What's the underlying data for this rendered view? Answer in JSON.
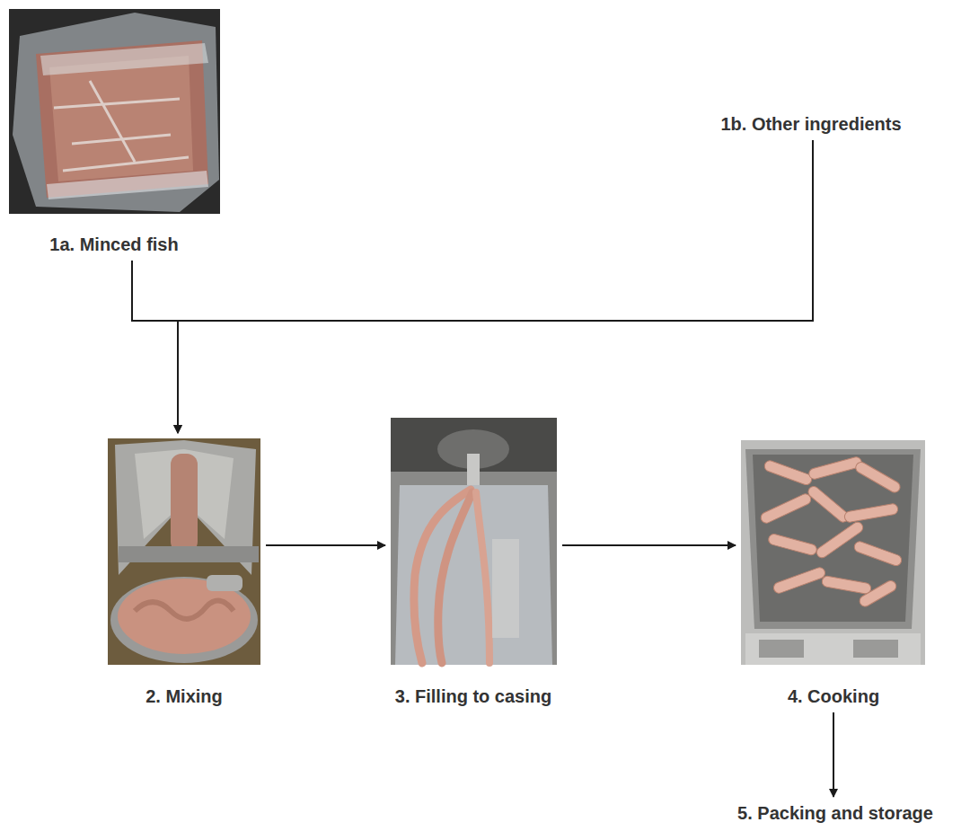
{
  "diagram": {
    "nodes": [
      {
        "text": [
          "1a. Minced fish"
        ]
      },
      {
        "text": [
          "1b. Other ingredients"
        ]
      },
      {
        "text": [
          "2. Mixing"
        ]
      },
      {
        "text": [
          "3. Filling to casing"
        ]
      },
      {
        "text": [
          "4. Cooking"
        ]
      },
      {
        "text": [
          "5. Packing and storage"
        ]
      }
    ],
    "edges": [
      {
        "from": 0,
        "to": 2,
        "arrow": "to"
      },
      {
        "from": 1,
        "to": 2,
        "arrow": "to"
      },
      {
        "from": 2,
        "to": 3,
        "arrow": "to"
      },
      {
        "from": 3,
        "to": 4,
        "arrow": "to"
      },
      {
        "from": 4,
        "to": 5,
        "arrow": "to"
      }
    ]
  }
}
